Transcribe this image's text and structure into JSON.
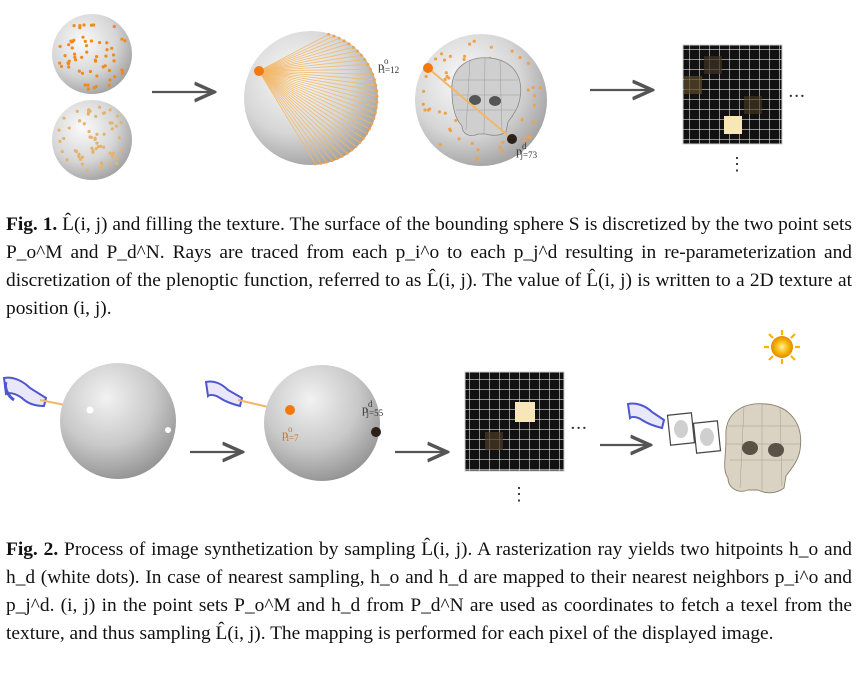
{
  "figure1": {
    "labels": {
      "po": "p",
      "po_sup": "o",
      "po_sub": "i=12",
      "pd": "p",
      "pd_sup": "d",
      "pd_sub": "j=73"
    },
    "caption": {
      "label": "Fig. 1.",
      "text": "L̂(i, j) and filling the texture. The surface of the bounding sphere S is discretized by the two point sets P_o^M and P_d^N. Rays are traced from each p_i^o to each p_j^d resulting in re-parameterization and discretization of the plenoptic function, referred to as L̂(i, j). The value of L̂(i, j) is written to a 2D texture at position (i, j)."
    },
    "ellipsis_h": "···",
    "ellipsis_v": "⋮"
  },
  "figure2": {
    "labels": {
      "po": "p",
      "po_sup": "o",
      "po_sub": "i=7",
      "pd": "p",
      "pd_sup": "d",
      "pd_sub": "j=55"
    },
    "caption": {
      "label": "Fig. 2.",
      "text": "Process of image synthetization by sampling L̂(i, j). A rasterization ray yields two hitpoints h_o and h_d (white dots). In case of nearest sampling, h_o and h_d are mapped to their nearest neighbors p_i^o and p_j^d. (i, j) in the point sets P_o^M and h_d from P_d^N are used as coordinates to fetch a texel from the texture, and thus sampling L̂(i, j). The mapping is performed for each pixel of the displayed image."
    },
    "ellipsis_h": "···",
    "ellipsis_v": "⋮"
  },
  "colors": {
    "orange": "#f08a1c",
    "ray": "#f3b866",
    "sphere_light": "#f4f4f4",
    "sphere_dark": "#a8a8a8",
    "arrow": "#555555",
    "hand": "#5a5fd6",
    "sun": "#f7b500"
  }
}
